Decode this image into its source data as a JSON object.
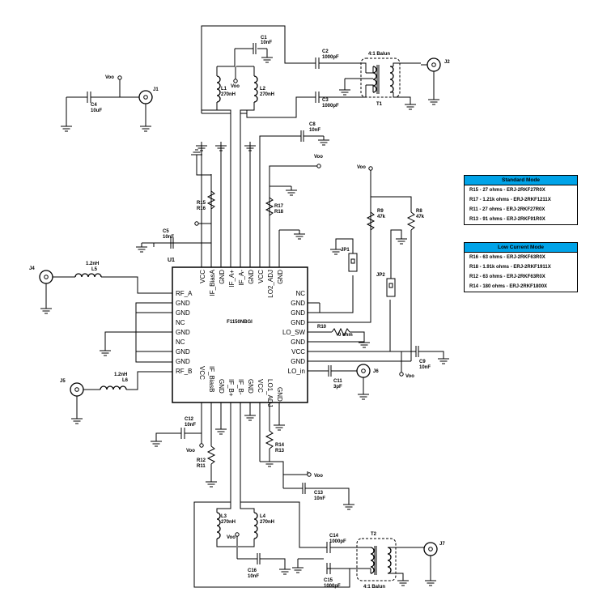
{
  "chip": {
    "ref": "U1",
    "part": "F1150NBGI"
  },
  "pins": {
    "left": [
      "RF_A",
      "GND",
      "GND",
      "NC",
      "GND",
      "NC",
      "GND",
      "GND",
      "RF_B"
    ],
    "right": [
      "NC",
      "GND",
      "GND",
      "GND",
      "LO_SW",
      "GND",
      "VCC",
      "GND",
      "LO_in"
    ],
    "top": [
      "VCC",
      "IF_BiasA",
      "GND",
      "IF_A+",
      "IF_A-",
      "GND",
      "VCC",
      "LO2_ADJ",
      "GND"
    ],
    "bottom": [
      "VCC",
      "IF_BiasB",
      "GND",
      "IF_B+",
      "IF_B-",
      "GND",
      "VCC",
      "LO1_ADJ",
      "GND"
    ]
  },
  "nets": {
    "voo": "Voo"
  },
  "components": {
    "c1": {
      "ref": "C1",
      "val": "10nF"
    },
    "c2": {
      "ref": "C2",
      "val": "1000pF"
    },
    "c3": {
      "ref": "C3",
      "val": "1000pF"
    },
    "c4": {
      "ref": "C4",
      "val": "10uF"
    },
    "c5": {
      "ref": "C5",
      "val": "10nF"
    },
    "c8": {
      "ref": "C8",
      "val": "10nF"
    },
    "c9": {
      "ref": "C9",
      "val": "10nF"
    },
    "c11": {
      "ref": "C11",
      "val": "3pF"
    },
    "c12": {
      "ref": "C12",
      "val": "10nF"
    },
    "c13": {
      "ref": "C13",
      "val": "10nF"
    },
    "c14": {
      "ref": "C14",
      "val": "1000pF"
    },
    "c15": {
      "ref": "C15",
      "val": "1000pF"
    },
    "c16": {
      "ref": "C16",
      "val": "10nF"
    },
    "l1": {
      "ref": "L1",
      "val": "270nH"
    },
    "l2": {
      "ref": "L2",
      "val": "270nH"
    },
    "l3": {
      "ref": "L3",
      "val": "270nH"
    },
    "l4": {
      "ref": "L4",
      "val": "270nH"
    },
    "l5": {
      "ref": "L5",
      "val": "1.2nH"
    },
    "l6": {
      "ref": "L6",
      "val": "1.2nH"
    },
    "r9": {
      "ref": "R9",
      "val": "47k"
    },
    "r8": {
      "ref": "R8",
      "val": "47k"
    },
    "r10": {
      "ref": "R10",
      "val": "0 ohm"
    },
    "r15": {
      "ref": "R15",
      "alt": "R16"
    },
    "r17": {
      "ref": "R17",
      "alt": "R18"
    },
    "r12": {
      "ref": "R12",
      "alt": "R11"
    },
    "r14": {
      "ref": "R14",
      "alt": "R13"
    },
    "t1": {
      "ref": "T1",
      "val": "4:1 Balun"
    },
    "t2": {
      "ref": "T2",
      "val": "4:1 Balun"
    },
    "j1": "J1",
    "j2": "J2",
    "j4": "J4",
    "j5": "J5",
    "j6": "J6",
    "j7": "J7",
    "jp1": "JP1",
    "jp2": "JP2"
  },
  "standard_mode": {
    "title": "Standard Mode",
    "rows": [
      "R15 - 27 ohms - ERJ-2RKF27R0X",
      "R17 - 1.21k ohms - ERJ-2RKF1211X",
      "R11 - 27 ohms - ERJ-2RKF27R0X",
      "R13 - 91 ohms - ERJ-2RKF91R0X"
    ]
  },
  "low_current_mode": {
    "title": "Low Current Mode",
    "rows": [
      "R16 - 63 ohms - ERJ-2RKF63R0X",
      "R18 - 1.91k ohms - ERJ-2RKF1911X",
      "R12 - 63 ohms - ERJ-2RKF63R0X",
      "R14 - 180 ohms - ERJ-2RKF1800X"
    ]
  }
}
